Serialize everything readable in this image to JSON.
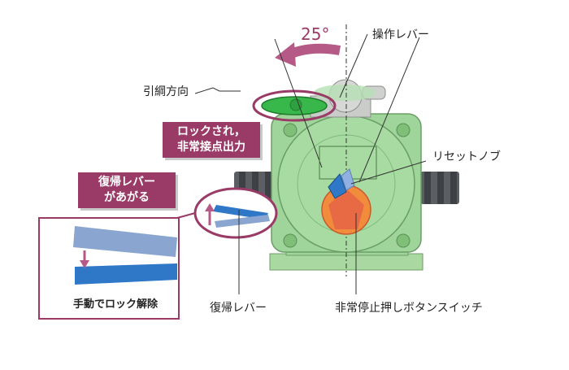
{
  "labels": {
    "operation_lever": "操作レバー",
    "pull_wire_direction": "引綱方向",
    "reset_knob": "リセットノブ",
    "locked_output": "ロックされ，\n非常接点出力",
    "reset_lever_up": "復帰レバー\nがあがる",
    "manual_unlock": "手動でロック解除",
    "reset_lever": "復帰レバー",
    "emergency_stop_button": "非常停止押しボタンスイッチ"
  },
  "angle": "25°",
  "colors": {
    "body_green": "#9fd49a",
    "lever_green": "#38b84a",
    "accent": "#9a3b67",
    "button_orange": "#e87545",
    "lever_blue": "#2f78c8"
  }
}
